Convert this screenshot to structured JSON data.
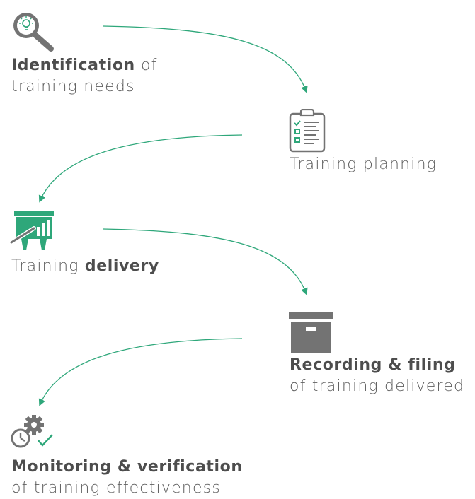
{
  "colors": {
    "accent": "#2ea77a",
    "icon_gray": "#737373",
    "text": "#5f5f5f"
  },
  "steps": [
    {
      "icon": "magnifier-lightbulb-icon",
      "line1_bold": "Identification",
      "line1_rest": " of",
      "line2": "training needs"
    },
    {
      "icon": "clipboard-checklist-icon",
      "line1_plain": "Training planning"
    },
    {
      "icon": "presentation-board-icon",
      "line1_plain": "Training ",
      "line1_bold": "delivery"
    },
    {
      "icon": "archive-box-icon",
      "line1_bold": "Recording & filing",
      "line2": "of training delivered"
    },
    {
      "icon": "gear-clock-check-icon",
      "line1_bold": "Monitoring & verification",
      "line2": "of training effectiveness"
    }
  ]
}
